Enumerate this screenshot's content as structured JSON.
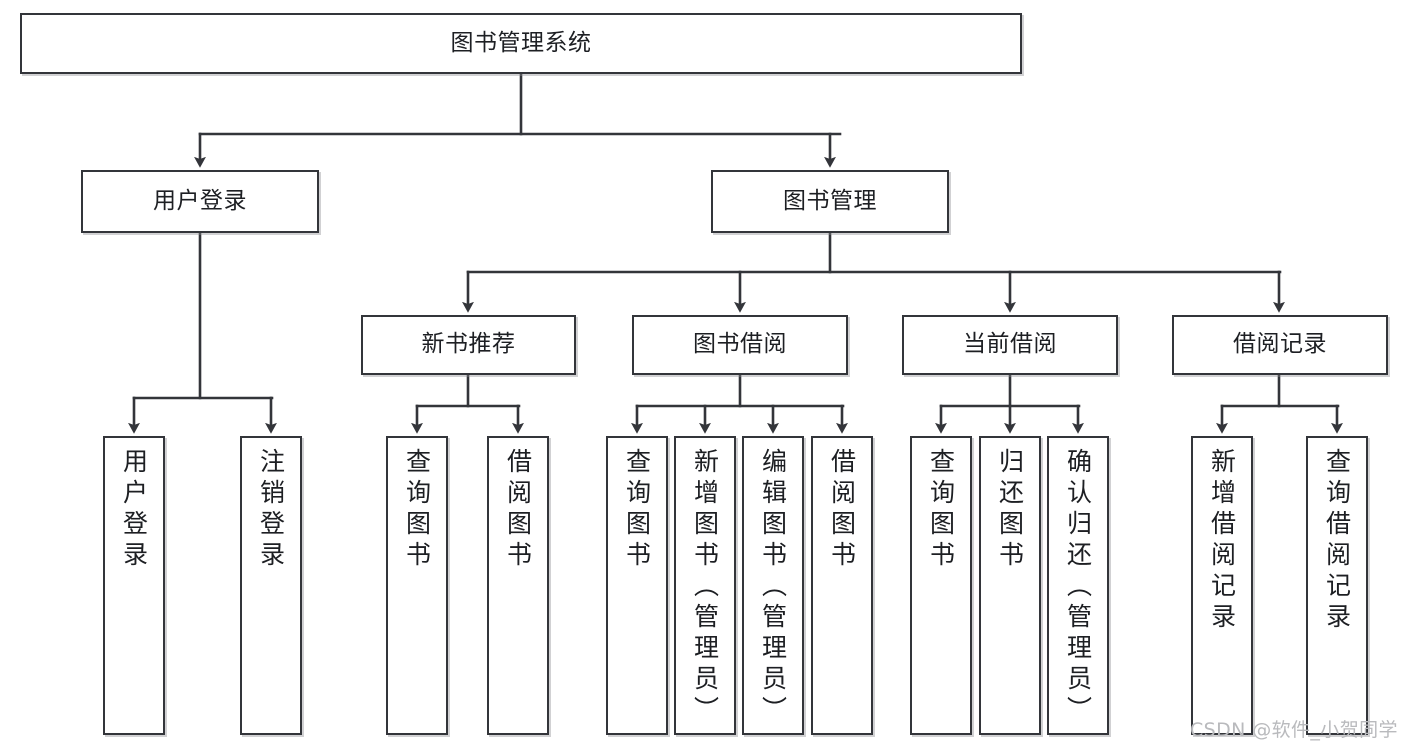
{
  "diagram": {
    "type": "tree-hierarchy",
    "title": "图书管理系统",
    "colors": {
      "box_border": "#33353a",
      "box_fill": "#ffffff",
      "connector": "#33353a",
      "text": "#1d1f23",
      "watermark": "#b9babd",
      "background": "#ffffff"
    },
    "levels": {
      "root": {
        "label": "图书管理系统"
      },
      "level2": [
        {
          "id": "user-login",
          "label": "用户登录"
        },
        {
          "id": "book-management",
          "label": "图书管理"
        }
      ],
      "level3": [
        {
          "id": "new-book-recommend",
          "label": "新书推荐",
          "parent": "book-management"
        },
        {
          "id": "book-borrow",
          "label": "图书借阅",
          "parent": "book-management"
        },
        {
          "id": "current-borrow",
          "label": "当前借阅",
          "parent": "book-management"
        },
        {
          "id": "borrow-record",
          "label": "借阅记录",
          "parent": "book-management"
        }
      ],
      "leaves": [
        {
          "id": "leaf-user-login",
          "label": "用户登录",
          "parent": "user-login"
        },
        {
          "id": "leaf-user-logout",
          "label": "注销登录",
          "parent": "user-login"
        },
        {
          "id": "leaf-query-book-1",
          "label": "查询图书",
          "parent": "new-book-recommend"
        },
        {
          "id": "leaf-borrow-book-1",
          "label": "借阅图书",
          "parent": "new-book-recommend"
        },
        {
          "id": "leaf-query-book-2",
          "label": "查询图书",
          "parent": "book-borrow"
        },
        {
          "id": "leaf-add-book",
          "label": "新增图书（管理员）",
          "parent": "book-borrow"
        },
        {
          "id": "leaf-edit-book",
          "label": "编辑图书（管理员）",
          "parent": "book-borrow"
        },
        {
          "id": "leaf-borrow-book-2",
          "label": "借阅图书",
          "parent": "book-borrow"
        },
        {
          "id": "leaf-query-book-3",
          "label": "查询图书",
          "parent": "current-borrow"
        },
        {
          "id": "leaf-return-book",
          "label": "归还图书",
          "parent": "current-borrow"
        },
        {
          "id": "leaf-confirm-return",
          "label": "确认归还（管理员）",
          "parent": "current-borrow"
        },
        {
          "id": "leaf-add-record",
          "label": "新增借阅记录",
          "parent": "borrow-record"
        },
        {
          "id": "leaf-query-record",
          "label": "查询借阅记录",
          "parent": "borrow-record"
        }
      ]
    }
  },
  "watermark": {
    "text": "CSDN @软件_小贺同学"
  }
}
